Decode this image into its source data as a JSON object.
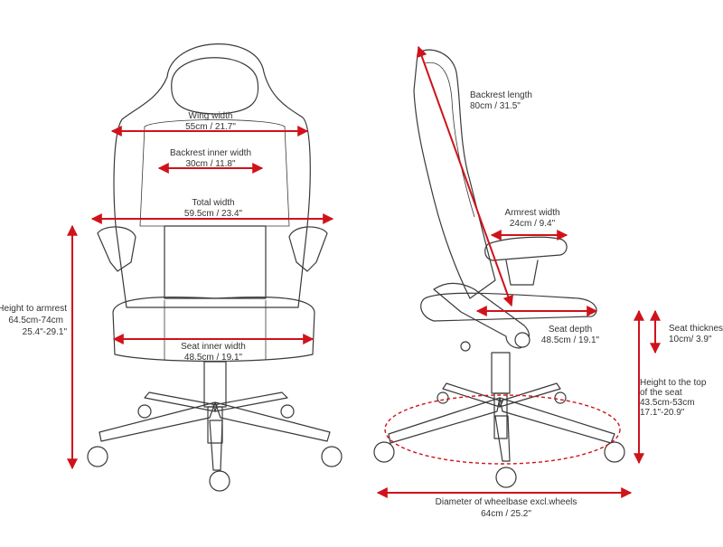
{
  "colors": {
    "dimension_red": "#d0121b",
    "outline": "#3a3a3a",
    "text": "#333333",
    "background": "#ffffff"
  },
  "front_view": {
    "wing_width": {
      "label": "Wing width",
      "value": "55cm / 21.7\""
    },
    "backrest_inner_width": {
      "label": "Backrest inner width",
      "value": "30cm / 11.8\""
    },
    "total_width": {
      "label": "Total width",
      "value": "59.5cm / 23.4\""
    },
    "height_to_armrest": {
      "label": "Height to armrest",
      "value_cm": "64.5cm-74cm",
      "value_in": "25.4\"-29.1\""
    },
    "seat_inner_width": {
      "label": "Seat inner width",
      "value": "48.5cm / 19.1\""
    }
  },
  "side_view": {
    "backrest_length": {
      "label": "Backrest length",
      "value": "80cm / 31.5\""
    },
    "armrest_width": {
      "label": "Armrest width",
      "value": "24cm / 9.4\""
    },
    "seat_depth": {
      "label": "Seat depth",
      "value": "48.5cm / 19.1\""
    },
    "seat_thickness": {
      "label": "Seat thickness",
      "value": "10cm/ 3.9\""
    },
    "height_to_seat": {
      "label_line1": "Height to the top",
      "label_line2": "of the seat",
      "value_cm": "43.5cm-53cm",
      "value_in": "17.1\"-20.9\""
    },
    "wheelbase_diameter": {
      "label": "Diameter of wheelbase excl.wheels",
      "value": "64cm / 25.2\""
    }
  }
}
